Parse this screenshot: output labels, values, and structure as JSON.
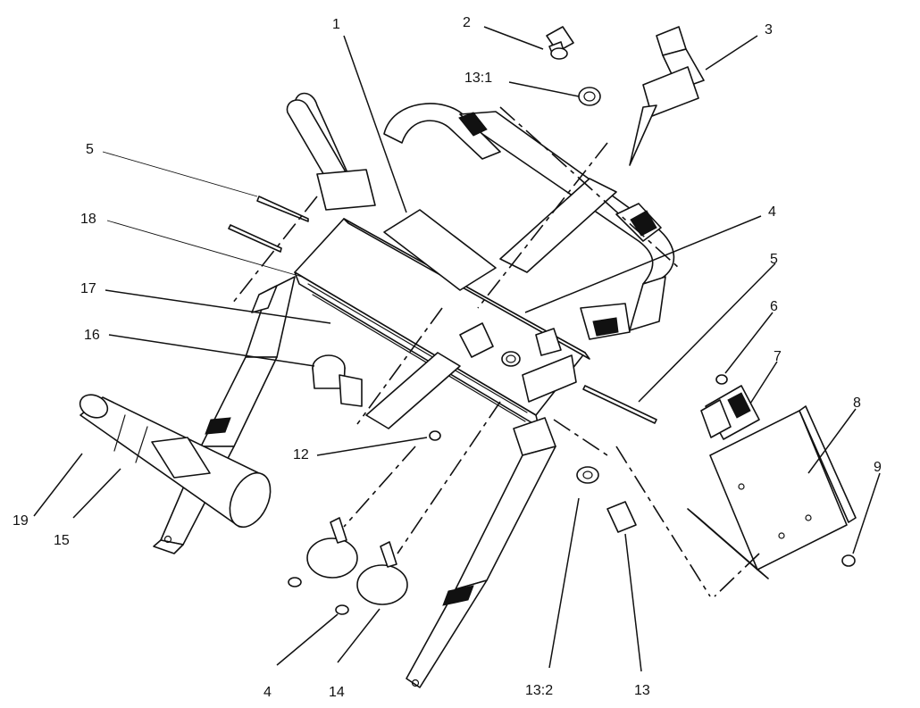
{
  "diagram": {
    "callouts": [
      {
        "id": "c1",
        "label": "1"
      },
      {
        "id": "c2",
        "label": "2"
      },
      {
        "id": "c3",
        "label": "3"
      },
      {
        "id": "c4a",
        "label": "4"
      },
      {
        "id": "c4b",
        "label": "4"
      },
      {
        "id": "c5a",
        "label": "5"
      },
      {
        "id": "c5b",
        "label": "5"
      },
      {
        "id": "c6",
        "label": "6"
      },
      {
        "id": "c7",
        "label": "7"
      },
      {
        "id": "c8",
        "label": "8"
      },
      {
        "id": "c9",
        "label": "9"
      },
      {
        "id": "c12",
        "label": "12"
      },
      {
        "id": "c13",
        "label": "13"
      },
      {
        "id": "c13_1",
        "label": "13:1"
      },
      {
        "id": "c13_2",
        "label": "13:2"
      },
      {
        "id": "c14",
        "label": "14"
      },
      {
        "id": "c15",
        "label": "15"
      },
      {
        "id": "c16",
        "label": "16"
      },
      {
        "id": "c17",
        "label": "17"
      },
      {
        "id": "c18",
        "label": "18"
      },
      {
        "id": "c19",
        "label": "19"
      }
    ]
  }
}
